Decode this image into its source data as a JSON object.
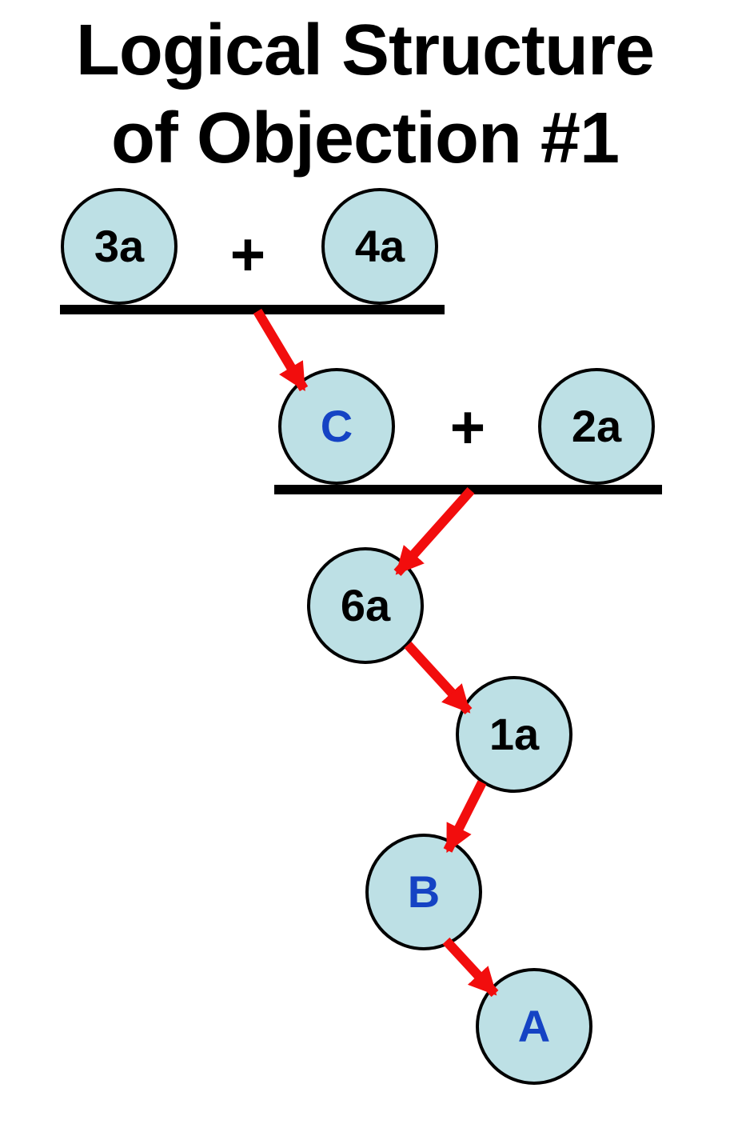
{
  "title": {
    "line1": "Logical Structure",
    "line2": "of Objection #1"
  },
  "diagram": {
    "colors": {
      "node_fill": "#bde0e5",
      "node_border": "#000000",
      "bar": "#000000",
      "arrow": "#f20d0d",
      "blue_label": "#1543c4",
      "black_label": "#000000"
    },
    "nodes": [
      {
        "id": "3a",
        "label": "3a",
        "label_color": "#000000"
      },
      {
        "id": "4a",
        "label": "4a",
        "label_color": "#000000"
      },
      {
        "id": "C",
        "label": "C",
        "label_color": "#1543c4"
      },
      {
        "id": "2a",
        "label": "2a",
        "label_color": "#000000"
      },
      {
        "id": "6a",
        "label": "6a",
        "label_color": "#000000"
      },
      {
        "id": "1a",
        "label": "1a",
        "label_color": "#000000"
      },
      {
        "id": "B",
        "label": "B",
        "label_color": "#1543c4"
      },
      {
        "id": "A",
        "label": "A",
        "label_color": "#1543c4"
      }
    ],
    "operators": [
      {
        "id": "plus-1",
        "symbol": "+",
        "between": [
          "3a",
          "4a"
        ]
      },
      {
        "id": "plus-2",
        "symbol": "+",
        "between": [
          "C",
          "2a"
        ]
      }
    ],
    "inference_bars": [
      {
        "id": "bar-1",
        "under": "3a + 4a"
      },
      {
        "id": "bar-2",
        "under": "C + 2a"
      }
    ],
    "arrows": [
      {
        "from": "bar-1",
        "to": "C"
      },
      {
        "from": "bar-2",
        "to": "6a"
      },
      {
        "from": "6a",
        "to": "1a"
      },
      {
        "from": "1a",
        "to": "B"
      },
      {
        "from": "B",
        "to": "A"
      }
    ]
  }
}
